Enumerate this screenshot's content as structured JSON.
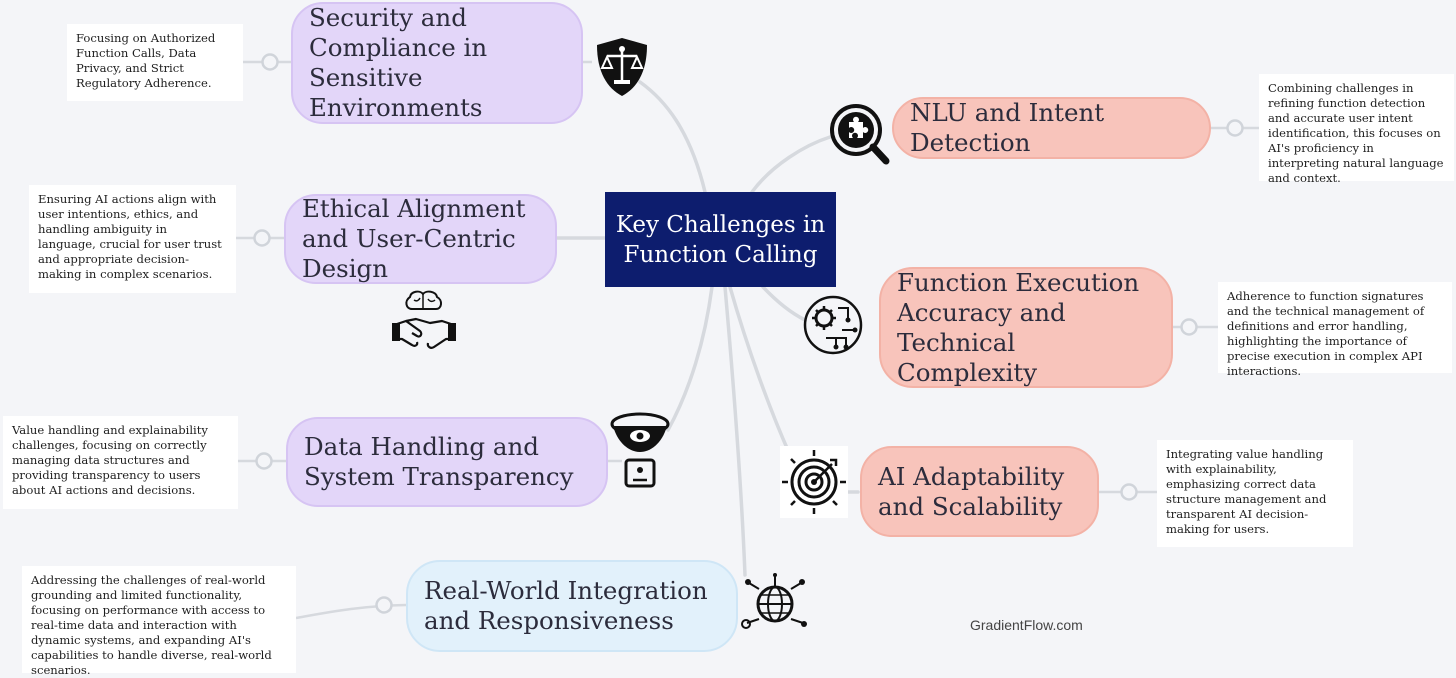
{
  "center": {
    "title": "Key Challenges in Function Calling"
  },
  "topics": [
    {
      "id": "security",
      "label": "Security and Compliance in Sensitive Environments",
      "description": "Focusing on Authorized Function Calls, Data Privacy, and Strict Regulatory Adherence.",
      "icon": "shield-scales-icon"
    },
    {
      "id": "ethics",
      "label": "Ethical Alignment and User-Centric Design",
      "description": "Ensuring AI actions align with user intentions, ethics, and handling ambiguity in language, crucial for user trust and appropriate decision-making in complex scenarios.",
      "icon": "brain-handshake-icon"
    },
    {
      "id": "data",
      "label": "Data Handling and System Transparency",
      "description": "Value handling and explainability challenges, focusing on correctly managing data structures and providing transparency to users about AI actions and decisions.",
      "icon": "eye-funnel-icon"
    },
    {
      "id": "realworld",
      "label": "Real-World Integration and Responsiveness",
      "description": "Addressing the challenges of real-world grounding and limited functionality, focusing on performance with access to real-time data and interaction with dynamic systems, and expanding AI's capabilities to handle diverse, real-world scenarios.",
      "icon": "globe-circuit-icon"
    },
    {
      "id": "nlu",
      "label": "NLU and Intent Detection",
      "description": "Combining challenges in refining function detection and accurate user intent identification, this focuses on AI's proficiency in interpreting natural language and context.",
      "icon": "magnifier-puzzle-icon"
    },
    {
      "id": "execution",
      "label": "Function Execution Accuracy and Technical Complexity",
      "description": "Adherence to function signatures and the technical management of definitions and error handling, highlighting the importance of precise execution in complex API interactions.",
      "icon": "gear-circuit-icon"
    },
    {
      "id": "adaptability",
      "label": "AI Adaptability and Scalability",
      "description": "Integrating value handling with explainability, emphasizing correct data structure management and transparent AI decision-making for users.",
      "icon": "target-icon"
    }
  ],
  "brand": "GradientFlow.com",
  "colors": {
    "center": "#0d1d6e",
    "left_nodes": "#e3d6f9",
    "right_nodes": "#f8c4bb",
    "bottom_node": "#e2f1fb",
    "connectors": "#d3d7dd"
  }
}
